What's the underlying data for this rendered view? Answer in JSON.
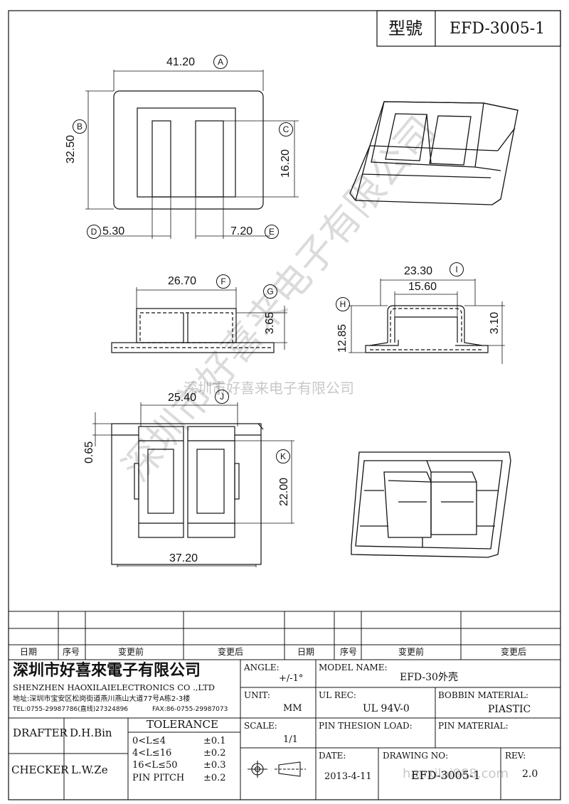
{
  "title_block": {
    "model_label": "型號",
    "model_value": "EFD-3005-1"
  },
  "dimensions": {
    "A": "41.20",
    "B": "32.50",
    "C": "16.20",
    "D": "5.30",
    "E": "7.20",
    "F": "26.70",
    "G": "3.65",
    "H": "12.85",
    "I": "23.30",
    "I_inner": "15.60",
    "H_side": "3.10",
    "J": "25.40",
    "J_side": "0.65",
    "K": "22.00",
    "bottom_width": "37.20"
  },
  "callouts": {
    "A": "A",
    "B": "B",
    "C": "C",
    "D": "D",
    "E": "E",
    "F": "F",
    "G": "G",
    "H": "H",
    "I": "I",
    "J": "J",
    "K": "K"
  },
  "watermark": {
    "diagonal": "深圳市好喜来电子有限公司",
    "center": "深圳市好喜来电子有限公司",
    "url": "hanxilai888.com"
  },
  "revision_table": {
    "headers": [
      "日期",
      "序号",
      "变更前",
      "变更后",
      "日期",
      "序号",
      "变更前",
      "变更后"
    ]
  },
  "company": {
    "name_cn": "深圳市好喜來電子有限公司",
    "name_en": "SHENZHEN HAOXILAIELECTRONICS CO .,LTD",
    "address": "地址:深圳市宝安区松岗街道燕川燕山大道77号A栋2-3楼",
    "tel": "TEL:0755-29987786(直线)27324896",
    "fax": "FAX:86-0755-29987073"
  },
  "info": {
    "angle_label": "ANGLE:",
    "angle_value": "+/-1°",
    "model_name_label": "MODEL NAME:",
    "model_name_value": "EFD-30外壳",
    "unit_label": "UNIT:",
    "unit_value": "MM",
    "ul_label": "UL REC:",
    "ul_value": "UL 94V-0",
    "bobbin_label": "BOBBIN MATERIAL:",
    "bobbin_value": "PIASTIC",
    "scale_label": "SCALE:",
    "scale_value": "1/1",
    "pin_tension_label": "PIN THESION LOAD:",
    "pin_material_label": "PIN MATERIAL:",
    "date_label": "DATE:",
    "date_value": "2013-4-11",
    "drawing_no_label": "DRAWING NO:",
    "drawing_no_value": "EFD-3005-1",
    "rev_label": "REV:",
    "rev_value": "2.0"
  },
  "people": {
    "drafter_label": "DRAFTER",
    "drafter_value": "D.H.Bin",
    "checker_label": "CHECKER",
    "checker_value": "L.W.Ze"
  },
  "tolerance": {
    "title": "TOLERANCE",
    "rows": [
      {
        "range": "0<L≤4",
        "value": "±0.1"
      },
      {
        "range": "4<L≤16",
        "value": "±0.2"
      },
      {
        "range": "16<L≤50",
        "value": "±0.3"
      },
      {
        "range": "PIN PITCH",
        "value": "±0.2"
      }
    ]
  }
}
